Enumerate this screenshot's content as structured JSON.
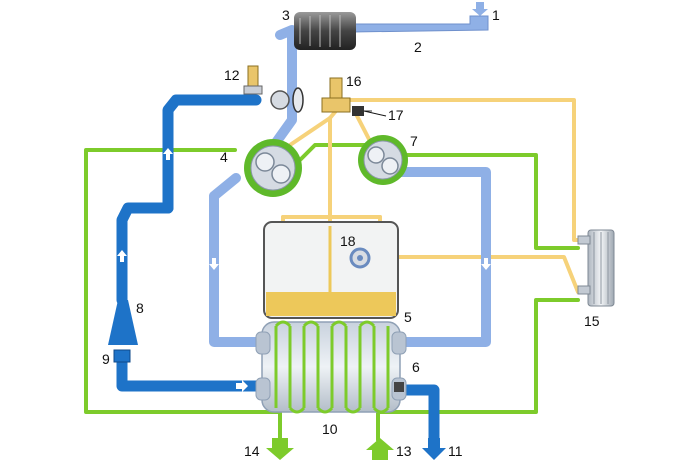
{
  "colors": {
    "green": "#7DCB2B",
    "blue_dark": "#1E73C8",
    "blue_light": "#8FB0E6",
    "yellow": "#F6D27A",
    "oil": "#EDC85A",
    "tank_fill": "#F2F3F3",
    "pump_green": "#5FB92A",
    "grey_dark": "#555555"
  },
  "callouts": {
    "c1": "1",
    "c2": "2",
    "c3": "3",
    "c4": "4",
    "c5": "5",
    "c6": "6",
    "c7": "7",
    "c8": "8",
    "c9": "9",
    "c10": "10",
    "c11": "11",
    "c12": "12",
    "c13": "13",
    "c14": "14",
    "c15": "15",
    "c16": "16",
    "c17": "17",
    "c18": "18"
  },
  "icons": {
    "flow_arrow": "arrow-icon",
    "inlet": "down-arrow-icon",
    "outlet": "down-arrow-icon"
  }
}
